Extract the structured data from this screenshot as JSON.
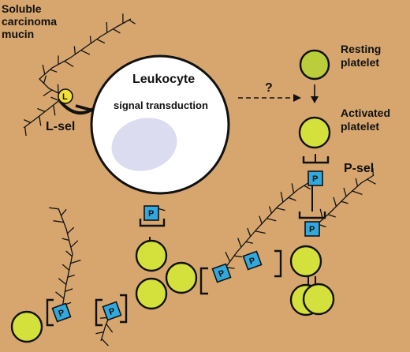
{
  "labels": {
    "soluble_mucin": [
      "Soluble",
      "carcinoma",
      "mucin"
    ],
    "leukocyte": "Leukocyte",
    "signal_transduction": "signal transduction",
    "l_sel": "L-sel",
    "l_symbol": "L",
    "question": "?",
    "resting_platelet": [
      "Resting",
      "platelet"
    ],
    "activated_platelet": [
      "Activated",
      "platelet"
    ],
    "p_sel": "P-sel",
    "p_symbol": "P"
  },
  "colors": {
    "background": "#D6A66E",
    "platelet": "#D4E03C",
    "resting_platelet": "#B9CE3A",
    "p_selectin_box": "#32A9DD",
    "l_selectin_circle": "#F2E03A",
    "leukocyte": "#FFFFFF",
    "nucleus": "#DCDCF0"
  }
}
